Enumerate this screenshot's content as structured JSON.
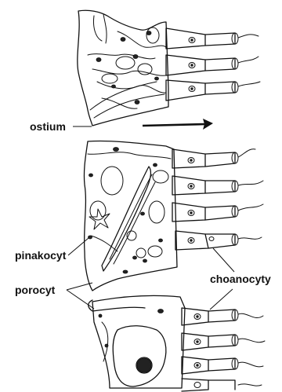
{
  "labels": {
    "ostium": "ostium",
    "pinakocyt": "pinakocyt",
    "porocyt": "porocyt",
    "choanocyty": "choanocyty"
  },
  "colors": {
    "ink": "#111111",
    "background": "#ffffff"
  }
}
